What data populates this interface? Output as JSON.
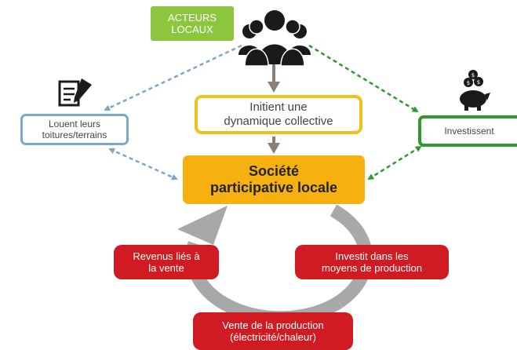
{
  "actors_label": "ACTEURS\nLOCAUX",
  "initiate_text": "Initient une\ndynamique collective",
  "rent_text": "Louent leurs\ntoitures/terrains",
  "invest_text": "Investissent",
  "society_text": "Société\nparticipative locale",
  "revenue_text": "Revenus liés à\nla vente",
  "investit_text": "Investit dans les\nmoyens de production",
  "sale_text": "Vente de la production\n(électricité/chaleur)",
  "colors": {
    "actors_green": "#8cc63f",
    "initiate_yellow": "#f2c01a",
    "rent_blue": "#7ba7c9",
    "invest_green": "#2e9a2e",
    "society_orange": "#f6b111",
    "cycle_red": "#d11b22",
    "cycle_gray": "#a8a8a8",
    "down_arrow": "#8a8079"
  },
  "icons": [
    "people-group-icon",
    "contract-pen-icon",
    "piggy-bank-icon"
  ]
}
